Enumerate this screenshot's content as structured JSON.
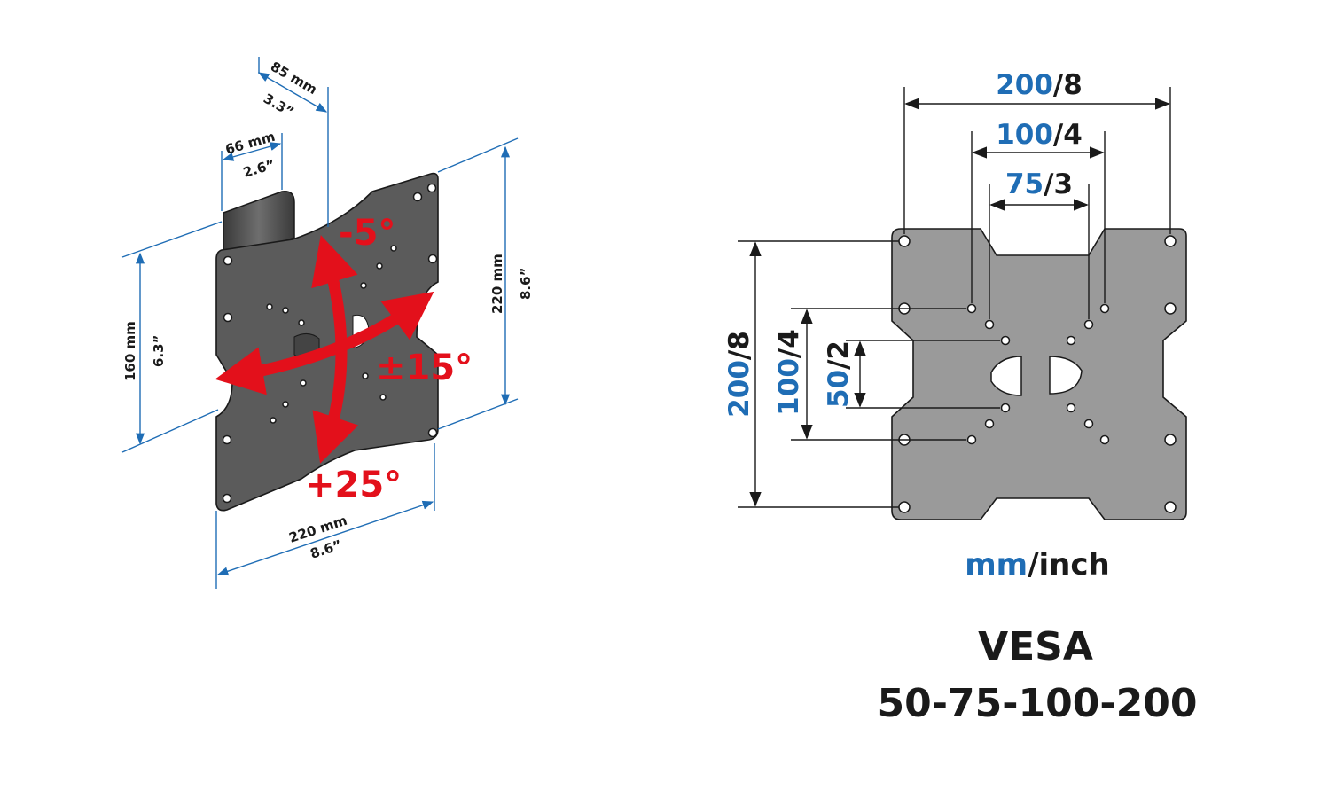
{
  "colors": {
    "accent_red": "#e3101b",
    "dim_blue": "#1f6db5",
    "plate_dark": "#5b5b5b",
    "plate_gray": "#9a9a9a"
  },
  "left_view": {
    "depth_max": {
      "mm": "85 mm",
      "inch": "3.3”"
    },
    "depth_min": {
      "mm": "66 mm",
      "inch": "2.6”"
    },
    "height_left": {
      "mm": "160 mm",
      "inch": "6.3”"
    },
    "height_right": {
      "mm": "220 mm",
      "inch": "8.6”"
    },
    "width_bottom": {
      "mm": "220 mm",
      "inch": "8.6”"
    },
    "tilt_up": "-5°",
    "tilt_down": "+25°",
    "swivel": "±15°"
  },
  "right_view": {
    "horizontal": [
      {
        "mm": "200",
        "inch": "8"
      },
      {
        "mm": "100",
        "inch": "4"
      },
      {
        "mm": "75",
        "inch": "3"
      }
    ],
    "vertical": [
      {
        "mm": "200",
        "inch": "8"
      },
      {
        "mm": "100",
        "inch": "4"
      },
      {
        "mm": "50",
        "inch": "2"
      }
    ],
    "units": {
      "mm": "mm",
      "sep": "/",
      "inch": "inch"
    },
    "vesa_label": "VESA",
    "vesa_sizes": "50-75-100-200"
  }
}
